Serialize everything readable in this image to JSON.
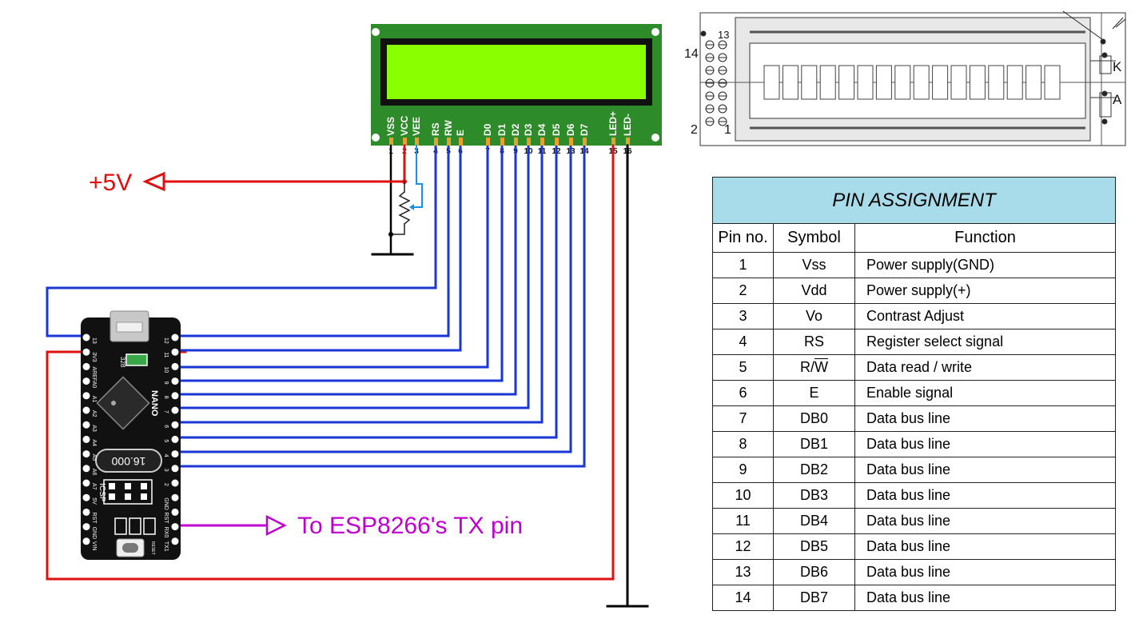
{
  "lcd": {
    "pin_labels": [
      "VSS",
      "VCC",
      "VEE",
      "RS",
      "RW",
      "E",
      "D0",
      "D1",
      "D2",
      "D3",
      "D4",
      "D5",
      "D6",
      "D7",
      "LED+",
      "LED-"
    ],
    "pin_numbers": [
      "1",
      "2",
      "3",
      "4",
      "5",
      "6",
      "7",
      "8",
      "9",
      "10",
      "11",
      "12",
      "13",
      "14",
      "15",
      "16"
    ]
  },
  "labels": {
    "supply": "+5V",
    "esp_tx": "To ESP8266's TX pin"
  },
  "nano": {
    "name": "NANO",
    "chip": "328",
    "crystal": "16.000",
    "left_pins": [
      "13",
      "3V3",
      "AREF",
      "A0",
      "A1",
      "A2",
      "A3",
      "A4",
      "A5",
      "A6",
      "A7",
      "5V",
      "RST",
      "GND",
      "VIN"
    ],
    "right_pins": [
      "12",
      "11",
      "10",
      "9",
      "8",
      "7",
      "6",
      "5",
      "4",
      "3",
      "2",
      "GND",
      "RST",
      "RX0",
      "TX1"
    ],
    "icsp": "ICSP",
    "reset": "RESET"
  },
  "outline": {
    "label_14": "14",
    "label_13": "13",
    "label_2": "2",
    "label_1": "1",
    "label_k": "K",
    "label_a": "A"
  },
  "table": {
    "title": "PIN  ASSIGNMENT",
    "headers": [
      "Pin no.",
      "Symbol",
      "Function"
    ],
    "rows": [
      {
        "no": "1",
        "symbol": "Vss",
        "function": "Power supply(GND)"
      },
      {
        "no": "2",
        "symbol": "Vdd",
        "function": "Power supply(+)"
      },
      {
        "no": "3",
        "symbol": "Vo",
        "function": "Contrast Adjust"
      },
      {
        "no": "4",
        "symbol": "RS",
        "function": "Register select signal"
      },
      {
        "no": "5",
        "symbol": "R/W",
        "function": "Data read / write"
      },
      {
        "no": "6",
        "symbol": "E",
        "function": "Enable signal"
      },
      {
        "no": "7",
        "symbol": "DB0",
        "function": "Data bus line"
      },
      {
        "no": "8",
        "symbol": "DB1",
        "function": "Data bus line"
      },
      {
        "no": "9",
        "symbol": "DB2",
        "function": "Data bus line"
      },
      {
        "no": "10",
        "symbol": "DB3",
        "function": "Data bus line"
      },
      {
        "no": "11",
        "symbol": "DB4",
        "function": "Data bus line"
      },
      {
        "no": "12",
        "symbol": "DB5",
        "function": "Data bus line"
      },
      {
        "no": "13",
        "symbol": "DB6",
        "function": "Data bus line"
      },
      {
        "no": "14",
        "symbol": "DB7",
        "function": "Data bus line"
      }
    ]
  },
  "colors": {
    "lcd_board": "#2e8b2a",
    "lcd_screen": "#8aff00",
    "wire_blue": "#1a36d6",
    "wire_red": "#e01010",
    "wire_purple": "#c000d0",
    "wire_black": "#000000",
    "table_header": "#a8dcea",
    "nano_board": "#111111"
  }
}
